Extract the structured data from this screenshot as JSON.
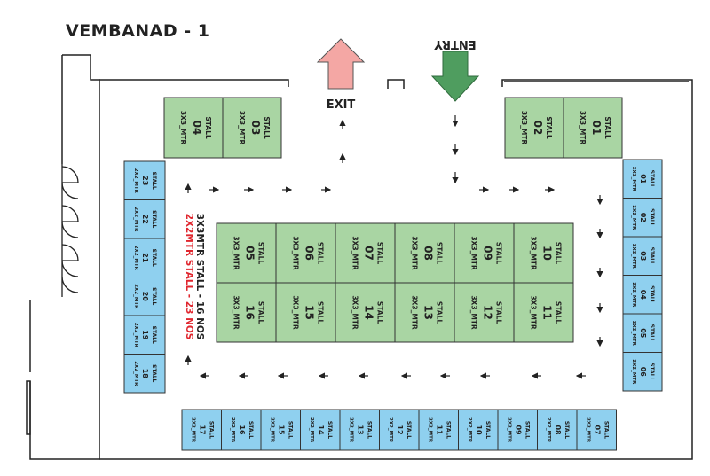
{
  "title": "VEMBANAD - 1",
  "labels": {
    "exit": "EXIT",
    "entry": "ENTRY",
    "summary_3x3": "3X3MTR STALL - 16 NOS",
    "summary_2x2": "2X2MTR STALL - 23 NOS"
  },
  "stall_word": "STALL",
  "size_3x3": "3X3_MTR",
  "size_2x2": "2X2_MTR",
  "colors": {
    "green_fill": "#a9d5a3",
    "blue_fill": "#8fd0ef",
    "stroke": "#333333",
    "exit_arrow": "#f4a7a4",
    "entry_arrow": "#4f9d5f",
    "summary_red": "#e0262e"
  },
  "stalls_3x3": {
    "top_left": [
      "04",
      "03"
    ],
    "top_right": [
      "02",
      "01"
    ],
    "center_top": [
      "05",
      "06",
      "07",
      "08",
      "09",
      "10"
    ],
    "center_bottom": [
      "16",
      "15",
      "14",
      "13",
      "12",
      "11"
    ]
  },
  "stalls_2x2": {
    "left": [
      "23",
      "22",
      "21",
      "20",
      "19",
      "18"
    ],
    "right": [
      "01",
      "02",
      "03",
      "04",
      "05",
      "06"
    ],
    "bottom": [
      "17",
      "16",
      "15",
      "14",
      "13",
      "12",
      "11",
      "10",
      "09",
      "08",
      "07"
    ]
  }
}
